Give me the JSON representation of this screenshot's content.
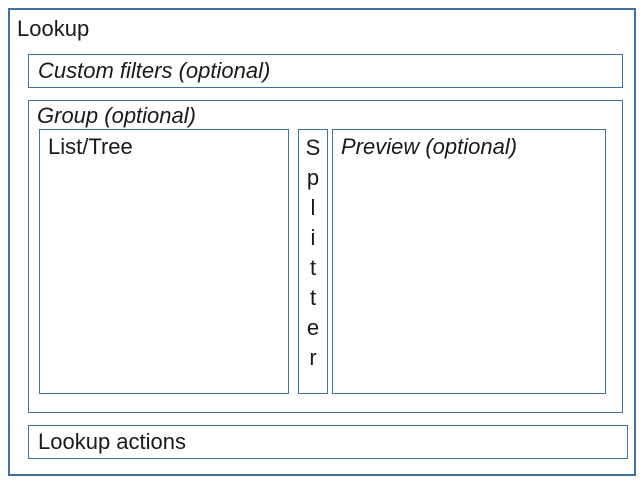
{
  "lookup": {
    "title": "Lookup",
    "custom_filters_label": "Custom filters (optional)",
    "group": {
      "label": "Group (optional)",
      "list_tree_label": "List/Tree",
      "splitter_label": "Splitter",
      "preview_label": "Preview (optional)"
    },
    "actions_label": "Lookup actions",
    "colors": {
      "border": "#41719C",
      "text": "#1A1A1A",
      "background": "#FFFFFF"
    }
  }
}
